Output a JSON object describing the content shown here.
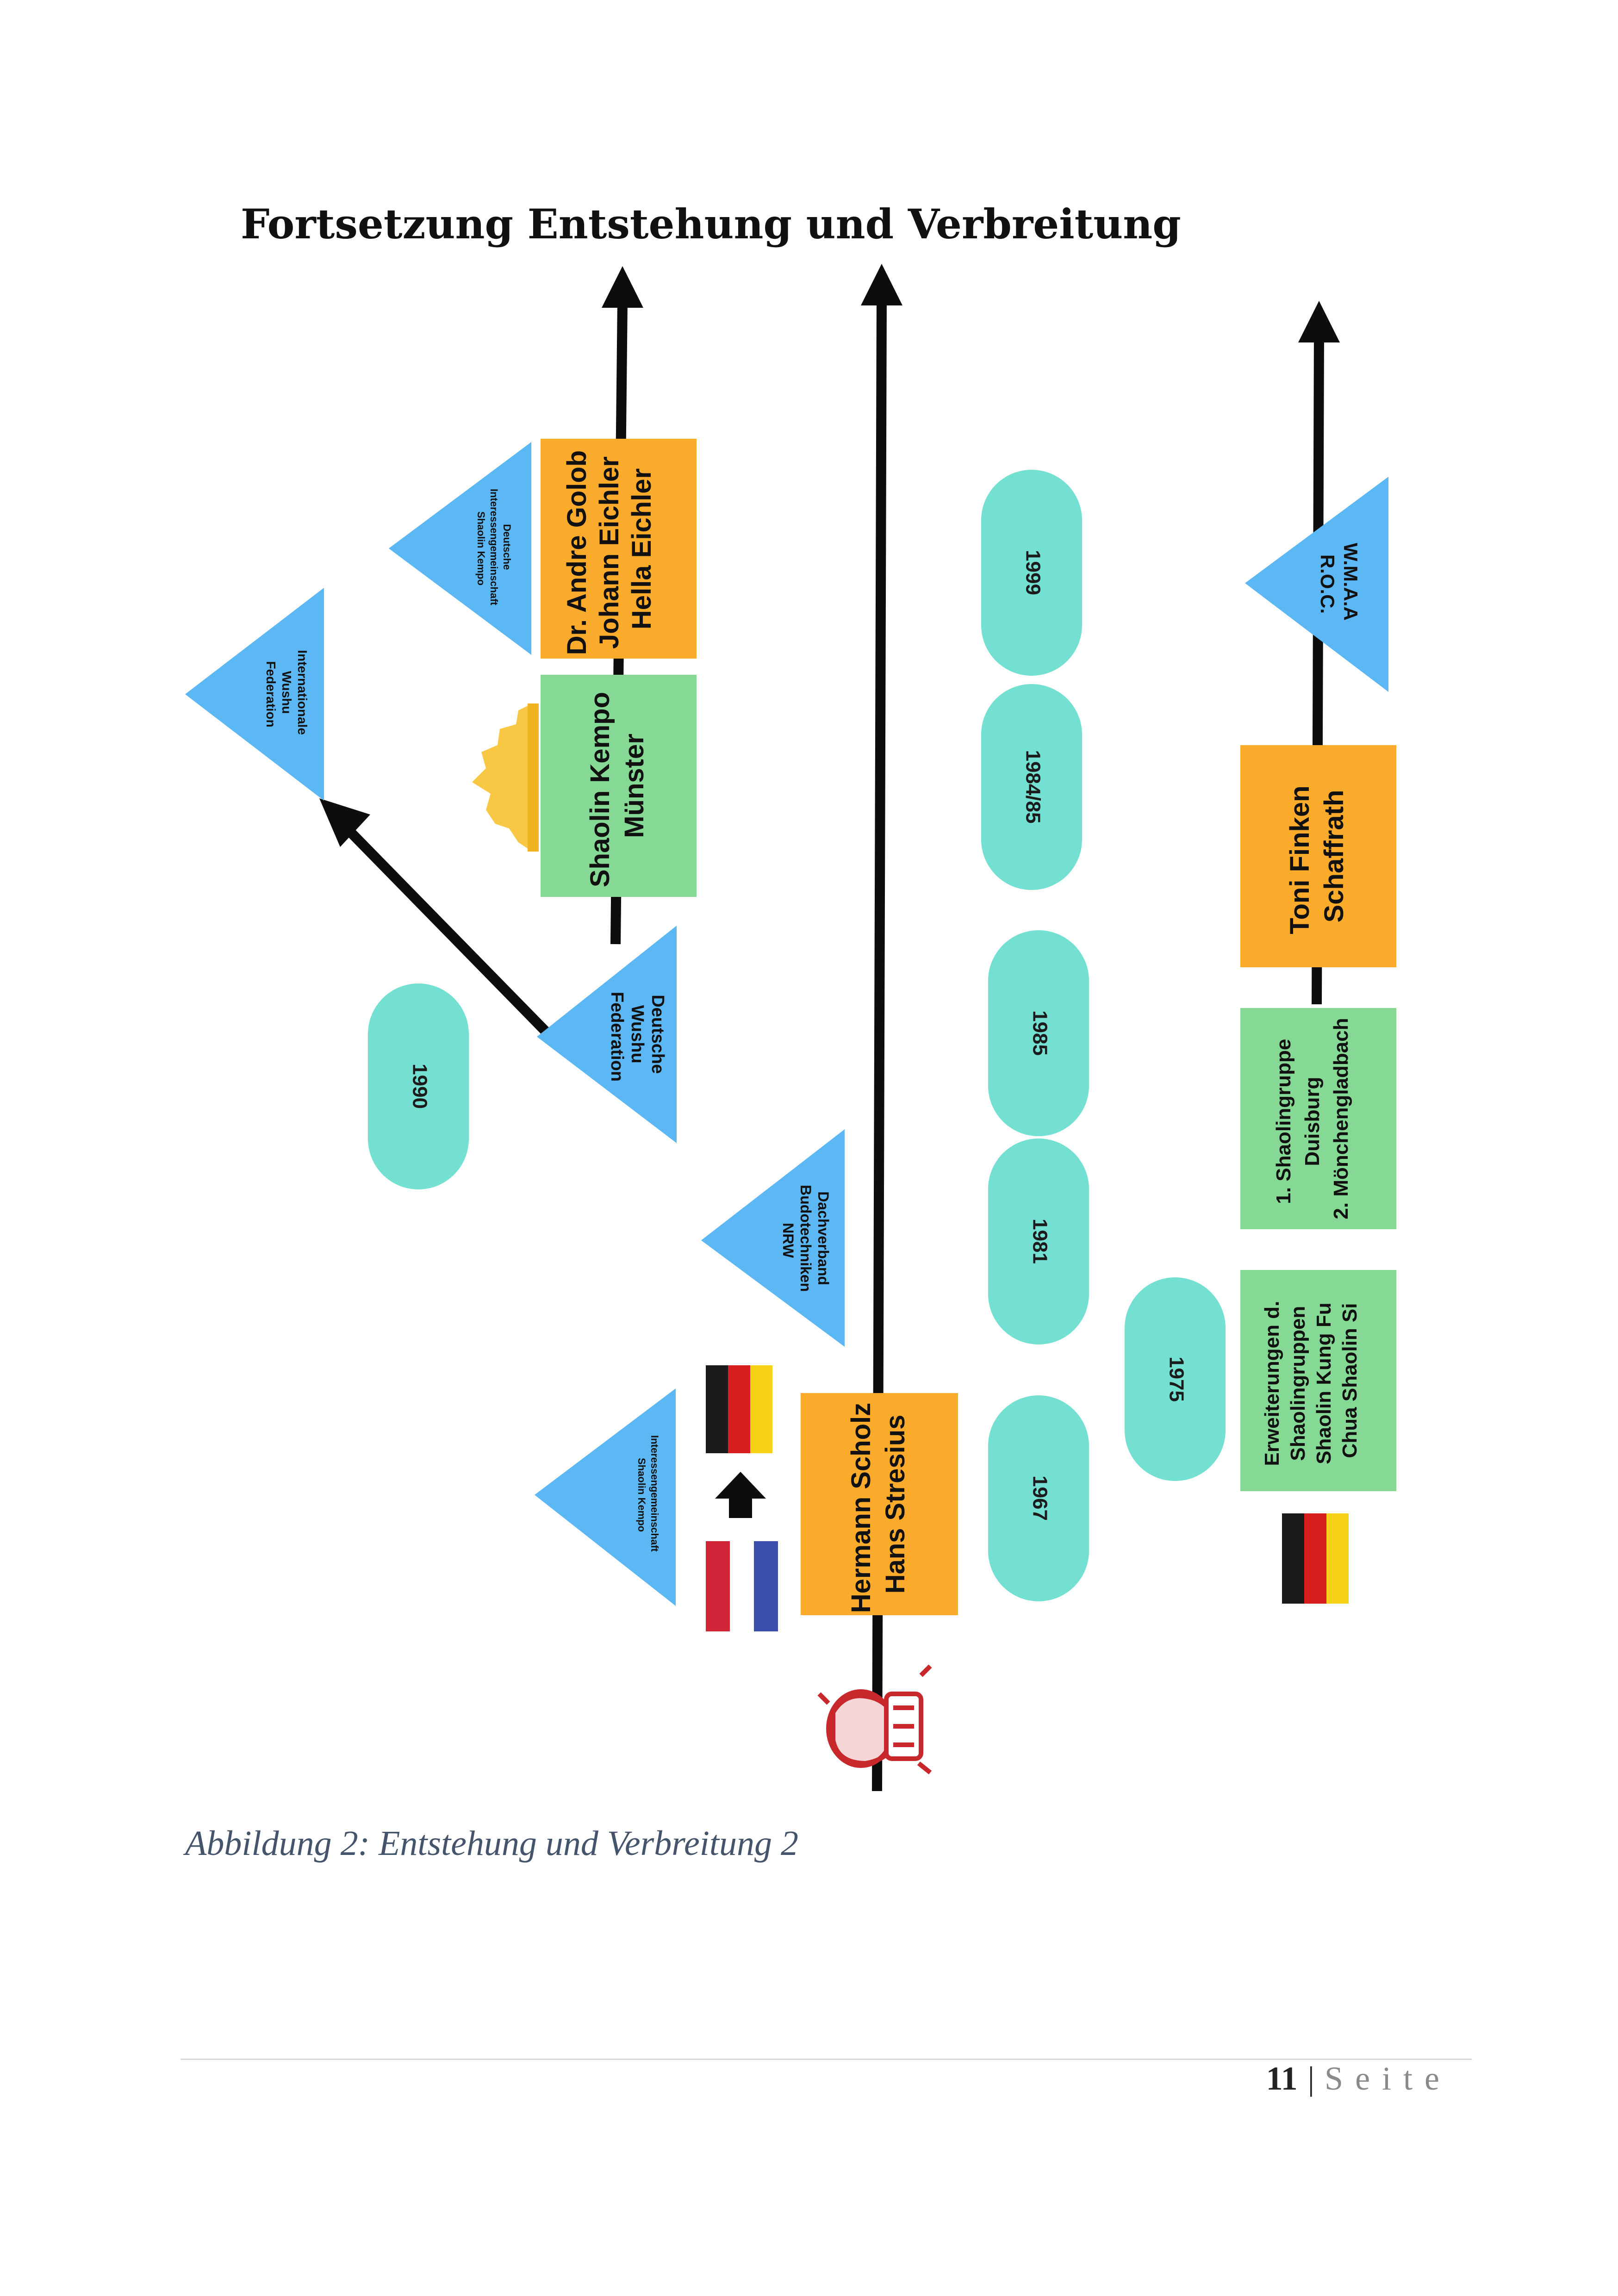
{
  "page": {
    "heading": "Fortsetzung Entstehung und Verbreitung",
    "caption": "Abbildung 2: Entstehung und Verbreitung 2",
    "footer": {
      "page_number": "11",
      "separator": "|",
      "label": "Seite"
    }
  },
  "diagram": {
    "colors": {
      "orange": "#fbab2c",
      "green": "#86d995",
      "blue": "#5cb8f5",
      "teal": "#74e0d2",
      "line": "#0d0d0d"
    },
    "years": {
      "y1999": "1999",
      "y1984_85": "1984/85",
      "y1985": "1985",
      "y1981": "1981",
      "y1967": "1967",
      "y1975": "1975",
      "y1990": "1990"
    },
    "boxes": {
      "golob": [
        "Dr. Andre Golob",
        "Johann Eichler",
        "Hella Eichler"
      ],
      "kempo": [
        "Shaolin Kempo",
        "Münster"
      ],
      "scholz": [
        "Hermann Scholz",
        "Hans Stresius"
      ],
      "finken": [
        "Toni Finken",
        "Schaffrath"
      ],
      "trainingsgruppe": [
        "1.  Shaolingruppe",
        "     Duisburg",
        "2.  Mönchengladbach"
      ],
      "erweiterungen": [
        "Erweiterungen d.",
        "Shaolingruppen",
        "Shaolin Kung Fu",
        "Chua Shaolin Si"
      ]
    },
    "triangles": {
      "iwf": [
        "Internationale",
        "Wushu",
        "Federation"
      ],
      "dig": [
        "Deutsche",
        "Interessengemeinschaft",
        "Shaolin Kempo"
      ],
      "dwf": [
        "Deutsche",
        "Wushu",
        "Federation"
      ],
      "dbnrw": [
        "Dachverband",
        "Budotechniken",
        "NRW"
      ],
      "igsk": [
        "Interessengemeinschaft",
        "Shaolin Kempo"
      ],
      "wmaa": [
        "W.M.A.A",
        "R.O.C."
      ]
    },
    "icons": [
      "crown-icon",
      "german-flag-icon",
      "dutch-flag-icon",
      "up-arrow-icon",
      "fist-logo-icon"
    ]
  }
}
